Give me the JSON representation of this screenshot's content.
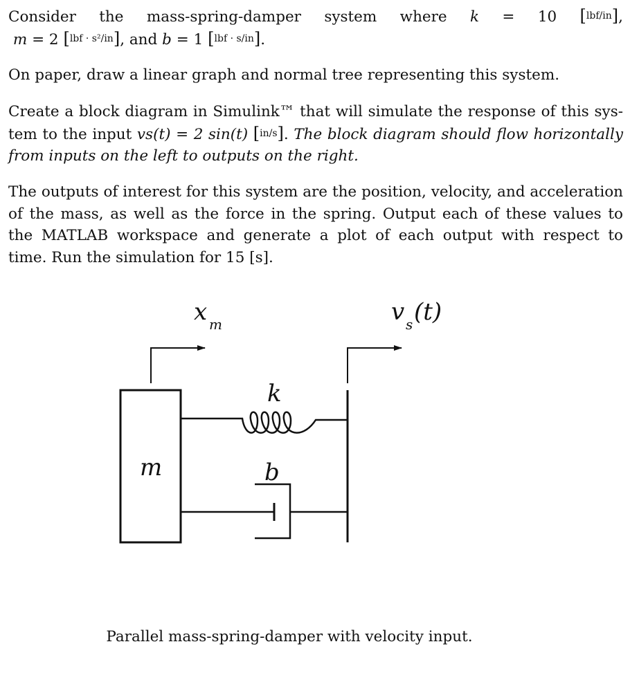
{
  "problem": {
    "intro": {
      "line1_text": "Consider the mass-spring-damper system where",
      "k_sym": "k",
      "equals": "=",
      "k_value": "10",
      "k_unit": "lbf/in",
      "m_sym": "m",
      "m_value": "2",
      "m_unit": "lbf · s²/in",
      "and_text": ", and",
      "b_sym": "b",
      "b_value": "1",
      "b_unit": "lbf · s/in"
    },
    "draw_instruction": "On paper, draw a linear graph and normal tree representing this system.",
    "block_diagram": {
      "line1": "Create a block diagram in Simulink™ that will simulate the response of this sys-",
      "line2_pre": "tem to the input",
      "input_expr": "vs(t) = 2 sin(t)",
      "input_unit": "in/s",
      "line2_emph": "The block diagram should flow horizontally",
      "line3_emph": "from inputs on the left to outputs on the right."
    },
    "outputs": {
      "line1": "The outputs of interest for this system are the position, velocity, and acceleration",
      "line2": "of the mass, as well as the force in the spring. Output each of these values to",
      "line3": "the MATLAB   workspace and generate a plot of each output with respect to",
      "line4": "time. Run the simulation for 15 [s]."
    }
  },
  "diagram": {
    "position_label": "x",
    "position_sub": "m",
    "input_label": "v",
    "input_sub": "s",
    "input_arg": "(t)",
    "mass_label": "m",
    "spring_label": "k",
    "damper_label": "b"
  },
  "caption": "Parallel mass-spring-damper with velocity input."
}
